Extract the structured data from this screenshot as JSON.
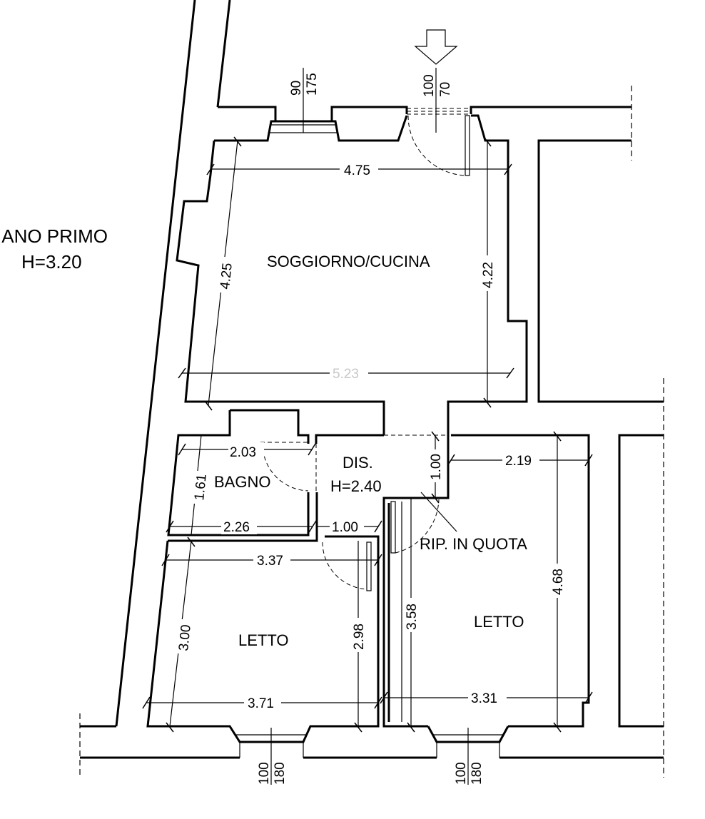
{
  "title": {
    "line1": "IANO PRIMO",
    "line2": "H=3.20"
  },
  "rooms": {
    "soggiorno": "SOGGIORNO/CUCINA",
    "bagno": "BAGNO",
    "dis": "DIS.",
    "dis_height": "H=2.40",
    "rip": "RIP. IN QUOTA",
    "letto_left": "LETTO",
    "letto_right": "LETTO"
  },
  "dimensions": {
    "sogg_width_top": "4.75",
    "sogg_width_bottom": "5.23",
    "sogg_height_left": "4.25",
    "sogg_height_right": "4.22",
    "bagno_top": "2.03",
    "bagno_bottom": "2.26",
    "bagno_height": "1.61",
    "dis_width": "1.00",
    "dis_height": "1.00",
    "letto_r_top": "2.19",
    "letto_r_height_left": "3.58",
    "letto_r_height_right": "4.68",
    "letto_r_bottom": "3.31",
    "letto_l_top": "3.37",
    "letto_l_bottom": "3.71",
    "letto_l_height_left": "3.00",
    "letto_l_height_right": "2.98"
  },
  "openings": {
    "window_top": {
      "h": "90",
      "w": "175"
    },
    "door_entry": {
      "h": "100",
      "w": "70"
    },
    "window_bl": {
      "h": "100",
      "w": "180"
    },
    "window_br": {
      "h": "100",
      "w": "180"
    }
  }
}
